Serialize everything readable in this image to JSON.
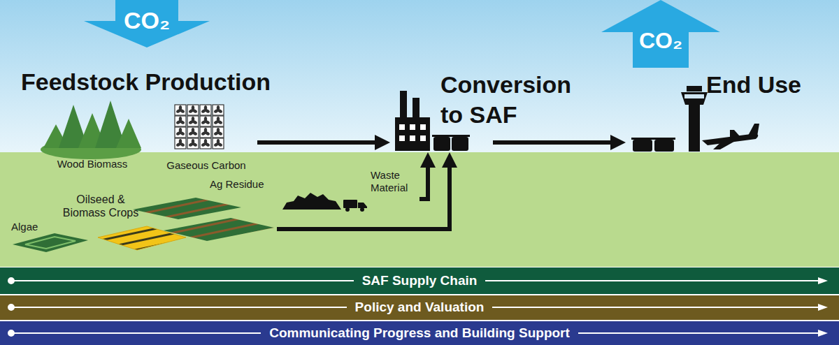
{
  "diagram": {
    "nodes": [
      {
        "text": [
          "CO₂"
        ]
      },
      {
        "text": [
          "Feedstock Production"
        ]
      },
      {
        "text": [
          "Wood Biomass"
        ]
      },
      {
        "text": [
          "Gaseous Carbon"
        ]
      },
      {
        "text": [
          "Algae"
        ]
      },
      {
        "text": [
          "Oilseed & Biomass Crops"
        ]
      },
      {
        "text": [
          "Ag Residue"
        ]
      },
      {
        "text": [
          "Waste Material"
        ]
      },
      {
        "text": [
          "Conversion to SAF"
        ]
      },
      {
        "text": [
          "End Use"
        ]
      },
      {
        "text": [
          "CO₂"
        ]
      },
      {
        "text": [
          "SAF Supply Chain"
        ]
      },
      {
        "text": [
          "Policy and Valuation"
        ]
      },
      {
        "text": [
          "Communicating Progress and Building Support"
        ]
      }
    ],
    "edges": [
      {
        "from": 3,
        "to": 8,
        "arrow": "to"
      },
      {
        "from": 6,
        "to": 8,
        "arrow": "to"
      },
      {
        "from": 7,
        "to": 8,
        "arrow": "to"
      },
      {
        "from": 8,
        "to": 9,
        "arrow": "to"
      }
    ]
  }
}
